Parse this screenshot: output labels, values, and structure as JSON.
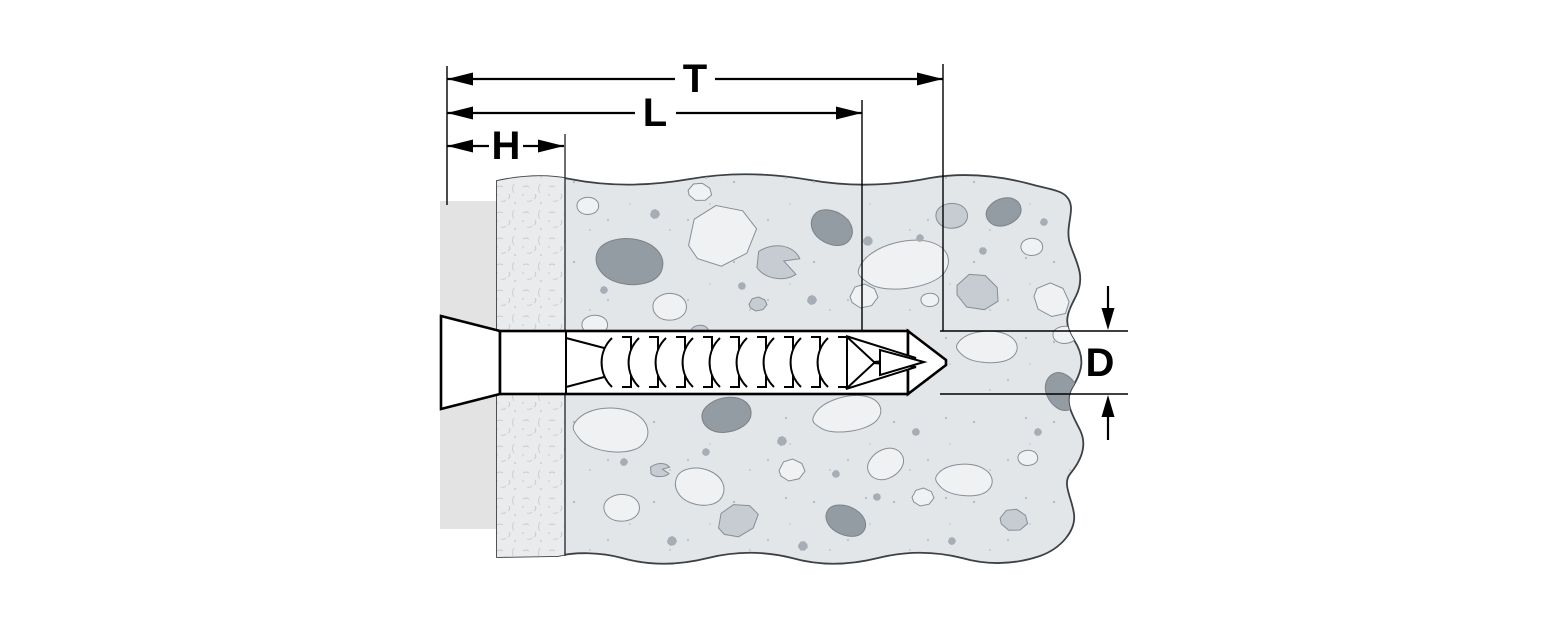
{
  "diagram": {
    "name": "dowel-installation-cross-section",
    "description": "Technical dimension diagram of a frame anchor dowel with screw installed through a fixture and plaster layer into concrete",
    "dimension_labels": {
      "total_length": "T",
      "anchor_length": "L",
      "fixture_thickness": "H",
      "diameter": "D"
    },
    "colors": {
      "background": "#ffffff",
      "line": "#000000",
      "concrete_fill": "#e3e6e9",
      "plaster_fill": "#eaebed",
      "panel_fill": "#e3e3e3",
      "dowel_fill": "#ffffff",
      "stone_light": "#eff1f3",
      "stone_mid": "#c6ccd1",
      "stone_dark": "#939ba3",
      "outline": "#3c4146"
    }
  }
}
